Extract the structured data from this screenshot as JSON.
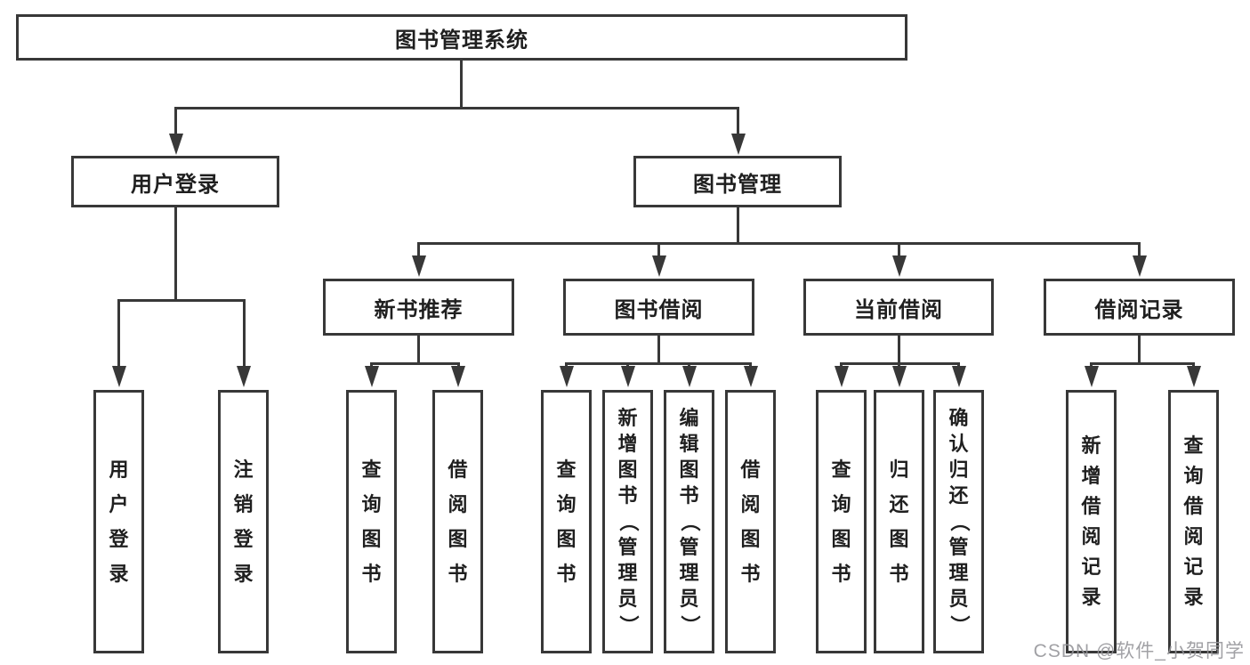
{
  "diagram": {
    "root": {
      "label": "图书管理系统"
    },
    "branches": [
      {
        "label": "用户登录",
        "children": [
          {
            "label": "用户登录"
          },
          {
            "label": "注销登录"
          }
        ]
      },
      {
        "label": "图书管理",
        "children": [
          {
            "label": "新书推荐",
            "children": [
              {
                "label": "查询图书"
              },
              {
                "label": "借阅图书"
              }
            ]
          },
          {
            "label": "图书借阅",
            "children": [
              {
                "label": "查询图书"
              },
              {
                "label": "新增图书（管理员）"
              },
              {
                "label": "编辑图书（管理员）"
              },
              {
                "label": "借阅图书"
              }
            ]
          },
          {
            "label": "当前借阅",
            "children": [
              {
                "label": "查询图书"
              },
              {
                "label": "归还图书"
              },
              {
                "label": "确认归还（管理员）"
              }
            ]
          },
          {
            "label": "借阅记录",
            "children": [
              {
                "label": "新增借阅记录"
              },
              {
                "label": "查询借阅记录"
              }
            ]
          }
        ]
      }
    ]
  },
  "watermark": {
    "text": "CSDN @软件_小贺同学"
  },
  "colors": {
    "line": "#383838",
    "text": "#1f1f1f",
    "watermark": "#949498",
    "background": "#ffffff"
  }
}
